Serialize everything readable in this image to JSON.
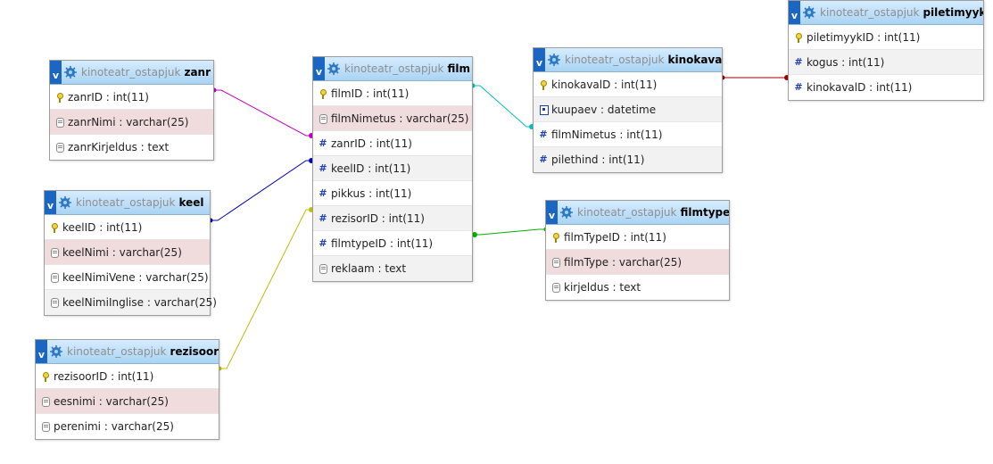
{
  "colors": {
    "header_top": "#d6ecff",
    "header_bottom": "#a9d4f4",
    "toggle": "#1a66c2",
    "row_alt": "#f2f2f2",
    "row_pink": "#f0dcdc",
    "link_zanr": "#c000c0",
    "link_keel": "#0000c0",
    "link_rezisoor": "#c0c000",
    "link_kinokava": "#00c0c0",
    "link_filmtype": "#00b000",
    "link_piletimyyk": "#a00000"
  },
  "tables": {
    "zanr": {
      "toggle": "v",
      "db": "kinoteatr_ostapjuk",
      "name": "zanr",
      "columns": [
        {
          "label": "zanrID : int(11)",
          "icon": "primary-key-icon"
        },
        {
          "label": "zanrNimi : varchar(25)",
          "icon": "text-column-icon"
        },
        {
          "label": "zanrKirjeldus : text",
          "icon": "text-column-icon"
        }
      ]
    },
    "keel": {
      "toggle": "v",
      "db": "kinoteatr_ostapjuk",
      "name": "keel",
      "columns": [
        {
          "label": "keelID : int(11)",
          "icon": "primary-key-icon"
        },
        {
          "label": "keelNimi : varchar(25)",
          "icon": "text-column-icon"
        },
        {
          "label": "keelNimiVene : varchar(25)",
          "icon": "text-column-icon"
        },
        {
          "label": "keelNimiInglise : varchar(25)",
          "icon": "text-column-icon"
        }
      ]
    },
    "rezisoor": {
      "toggle": "v",
      "db": "kinoteatr_ostapjuk",
      "name": "rezisoor",
      "columns": [
        {
          "label": "rezisoorID : int(11)",
          "icon": "primary-key-icon"
        },
        {
          "label": "eesnimi : varchar(25)",
          "icon": "text-column-icon"
        },
        {
          "label": "perenimi : varchar(25)",
          "icon": "text-column-icon"
        }
      ]
    },
    "film": {
      "toggle": "v",
      "db": "kinoteatr_ostapjuk",
      "name": "film",
      "columns": [
        {
          "label": "filmID : int(11)",
          "icon": "primary-key-icon"
        },
        {
          "label": "filmNimetus : varchar(25)",
          "icon": "text-column-icon"
        },
        {
          "label": "zanrID : int(11)",
          "icon": "number-column-icon"
        },
        {
          "label": "keelID : int(11)",
          "icon": "number-column-icon"
        },
        {
          "label": "pikkus : int(11)",
          "icon": "number-column-icon"
        },
        {
          "label": "rezisorID : int(11)",
          "icon": "number-column-icon"
        },
        {
          "label": "filmtypeID : int(11)",
          "icon": "number-column-icon"
        },
        {
          "label": "reklaam : text",
          "icon": "text-column-icon"
        }
      ]
    },
    "kinokava": {
      "toggle": "v",
      "db": "kinoteatr_ostapjuk",
      "name": "kinokava",
      "columns": [
        {
          "label": "kinokavalD : int(11)",
          "icon": "primary-key-icon"
        },
        {
          "label": "kuupaev : datetime",
          "icon": "date-column-icon"
        },
        {
          "label": "filmNimetus : int(11)",
          "icon": "number-column-icon"
        },
        {
          "label": "pilethind : int(11)",
          "icon": "number-column-icon"
        }
      ]
    },
    "filmtype": {
      "toggle": "v",
      "db": "kinoteatr_ostapjuk",
      "name": "filmtype",
      "columns": [
        {
          "label": "filmTypeID : int(11)",
          "icon": "primary-key-icon"
        },
        {
          "label": "filmType : varchar(25)",
          "icon": "text-column-icon"
        },
        {
          "label": "kirjeldus : text",
          "icon": "text-column-icon"
        }
      ]
    },
    "piletimyyk": {
      "toggle": "v",
      "db": "kinoteatr_ostapjuk",
      "name": "piletimyyk",
      "columns": [
        {
          "label": "piletimyykID : int(11)",
          "icon": "primary-key-icon"
        },
        {
          "label": "kogus : int(11)",
          "icon": "number-column-icon"
        },
        {
          "label": "kinokavalD : int(11)",
          "icon": "number-column-icon"
        }
      ]
    }
  }
}
